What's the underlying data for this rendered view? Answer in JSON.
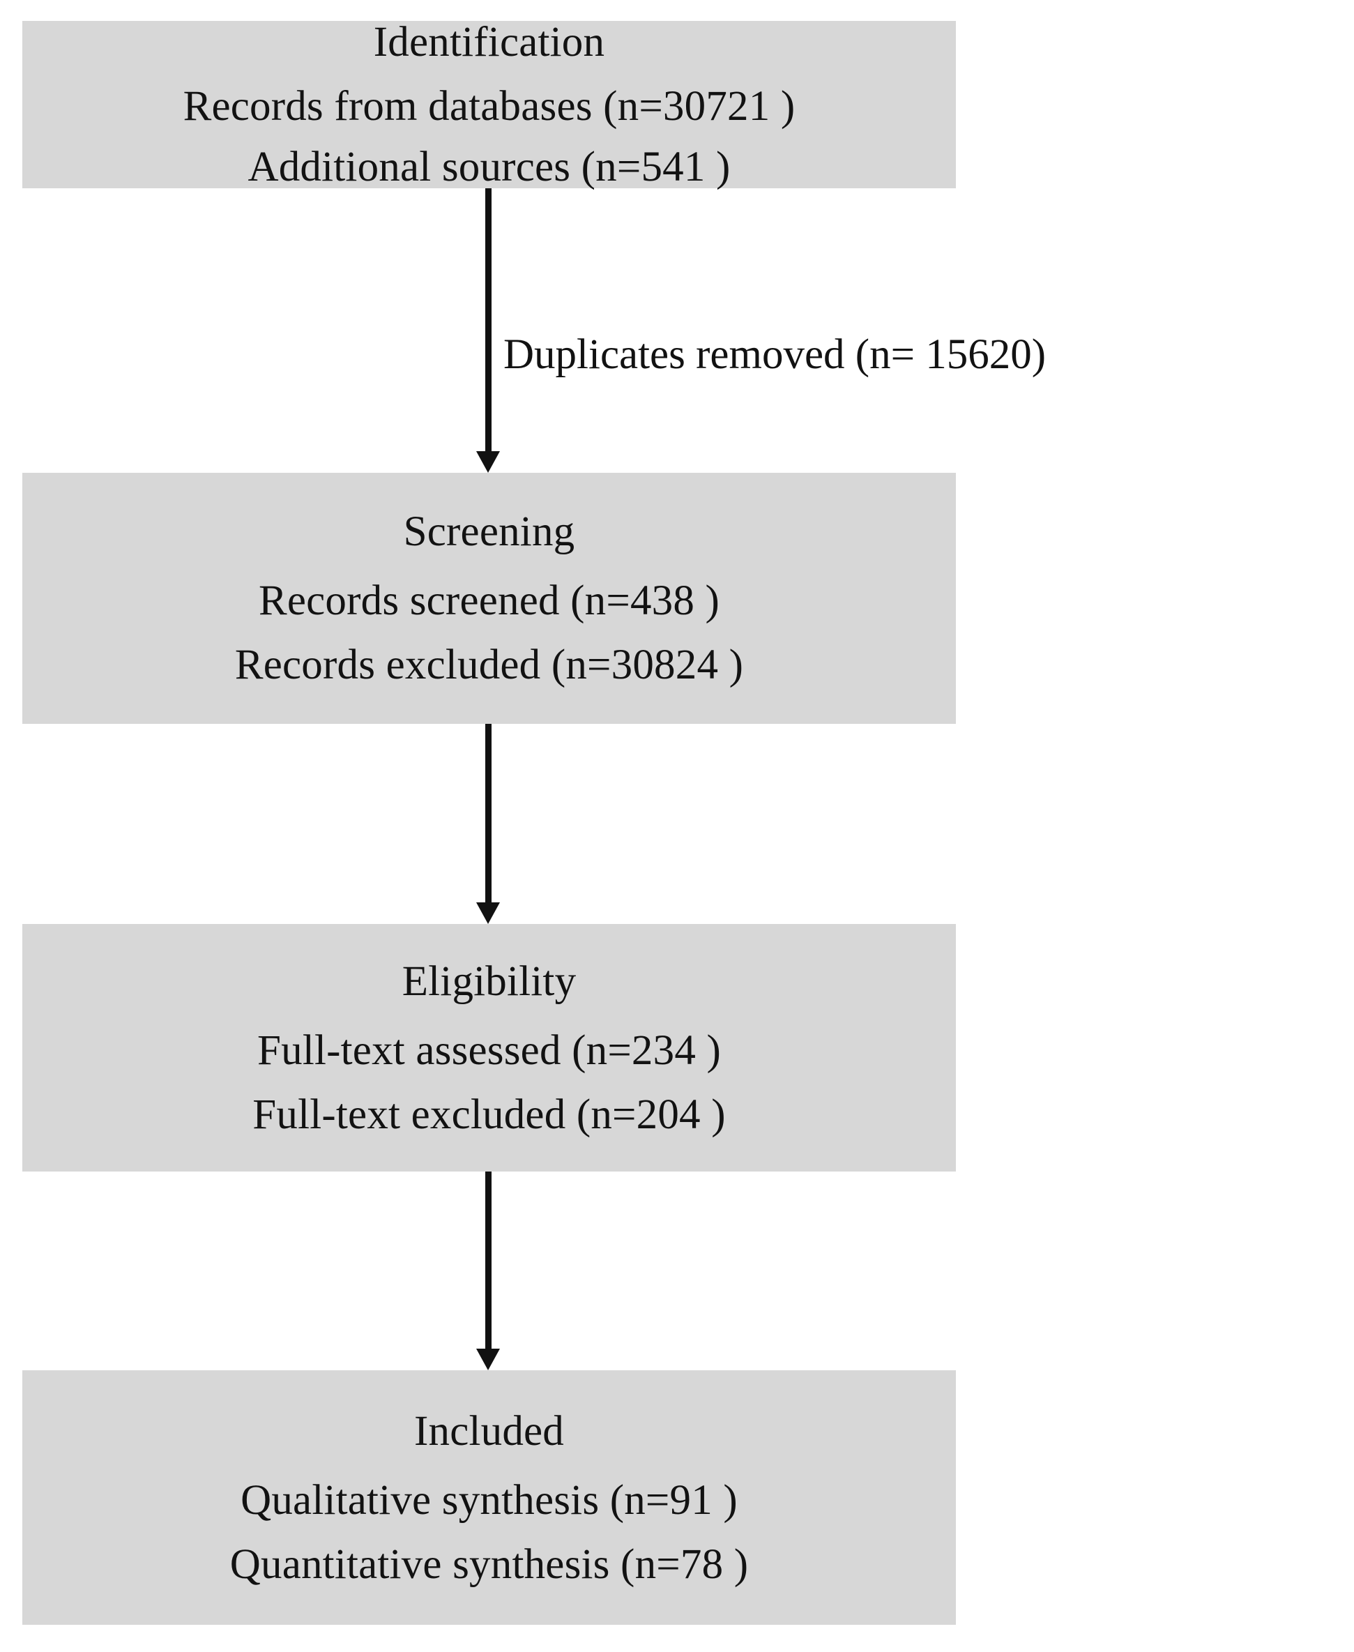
{
  "diagram": {
    "type": "prisma-flow-diagram",
    "orientation": "vertical",
    "box_fill_color": "#d7d7d7",
    "text_color": "#121212",
    "arrow_color": "#111111"
  },
  "stages": [
    {
      "id": "identification",
      "title": "Identification",
      "lines": [
        "Records from databases (n=30721 )",
        "Additional sources (n=541 )"
      ],
      "counts": {
        "records_from_databases": 30721,
        "additional_sources": 541
      }
    },
    {
      "id": "screening",
      "title": "Screening",
      "lines": [
        "Records screened (n=438 )",
        "Records excluded (n=30824 )"
      ],
      "counts": {
        "records_screened": 438,
        "records_excluded": 30824
      }
    },
    {
      "id": "eligibility",
      "title": "Eligibility",
      "lines": [
        "Full-text assessed (n=234 )",
        "Full-text excluded (n=204 )"
      ],
      "counts": {
        "full_text_assessed": 234,
        "full_text_excluded": 204
      }
    },
    {
      "id": "included",
      "title": "Included",
      "lines": [
        "Qualitative synthesis (n=91 )",
        "Quantitative synthesis (n=78 )"
      ],
      "counts": {
        "qualitative_synthesis": 91,
        "quantitative_synthesis": 78
      }
    }
  ],
  "annotations": {
    "duplicates_removed": "Duplicates removed (n= 15620)",
    "duplicates_removed_count": 15620
  }
}
